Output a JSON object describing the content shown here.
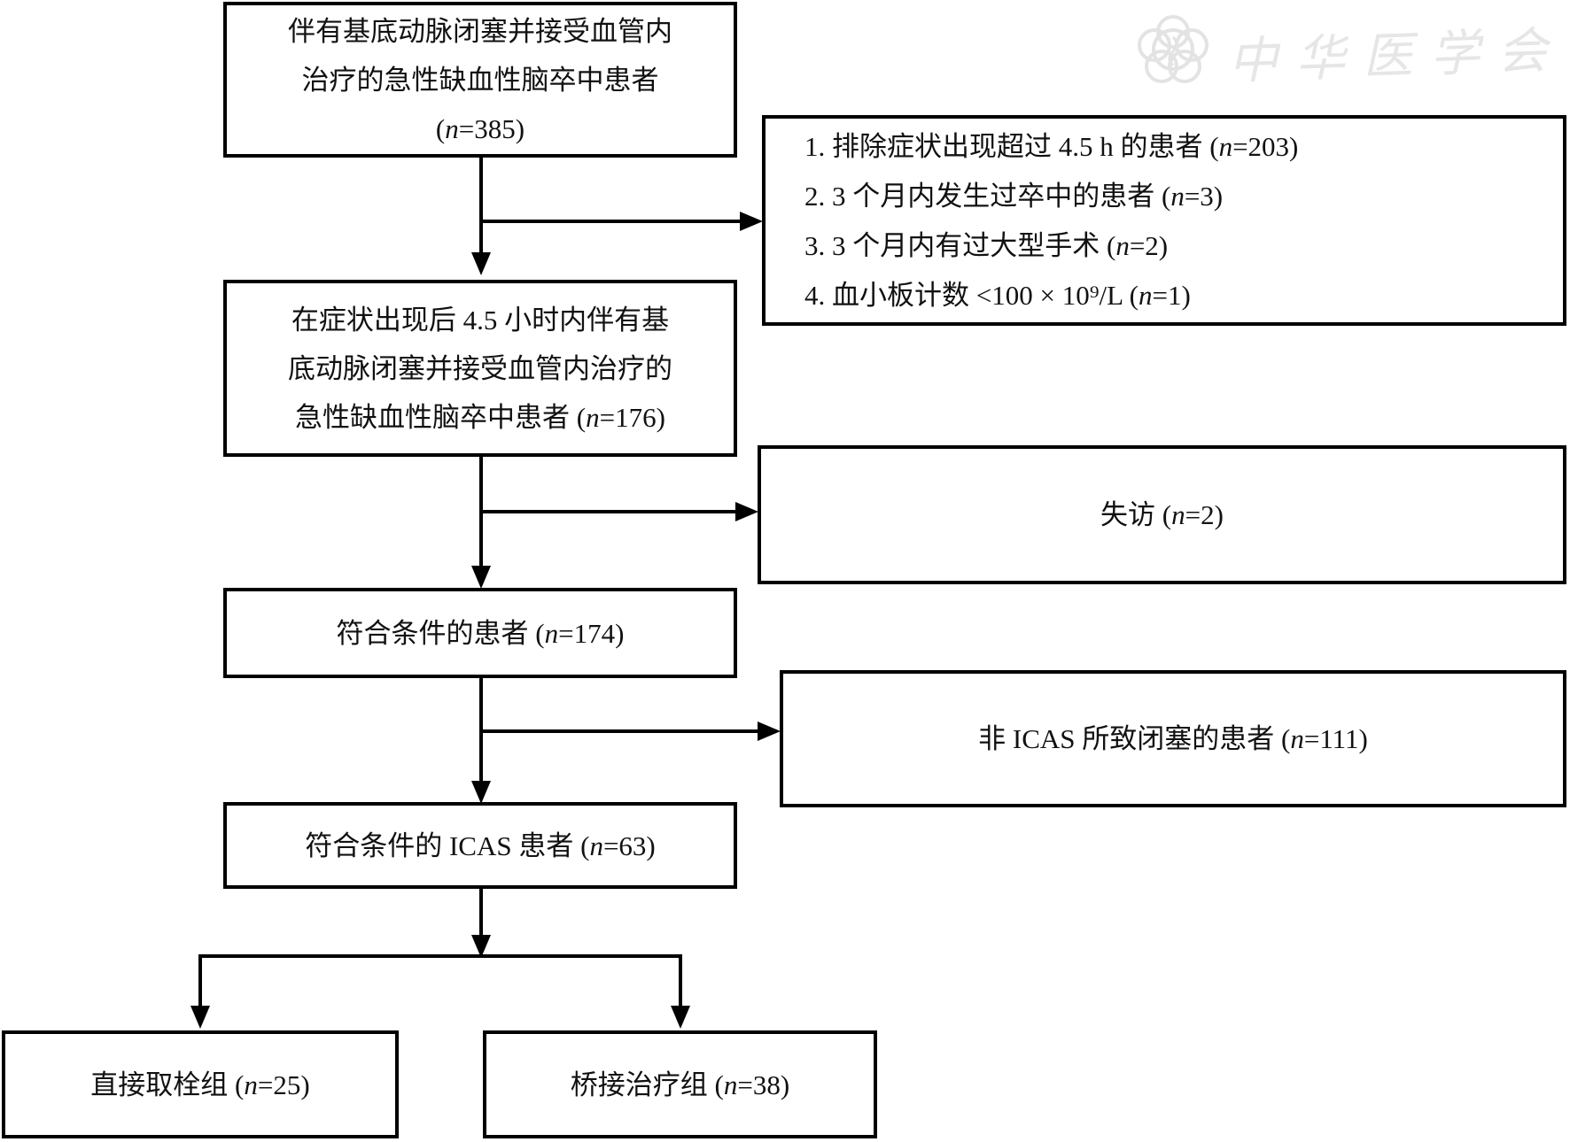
{
  "diagram": {
    "boxes": {
      "enrolled": {
        "lines": [
          "伴有基底动脉闭塞并接受血管内",
          "治疗的急性缺血性脑卒中患者",
          "(n=385)"
        ]
      },
      "excluded": {
        "items": [
          "1. 排除症状出现超过 4.5 h 的患者 (n=203)",
          "2. 3 个月内发生过卒中的患者 (n=3)",
          "3. 3 个月内有过大型手术 (n=2)",
          "4. 血小板计数 <100 × 10⁹/L (n=1)"
        ]
      },
      "within45h": {
        "lines": [
          "在症状出现后 4.5 小时内伴有基",
          "底动脉闭塞并接受血管内治疗的",
          "急性缺血性脑卒中患者 (n=176)"
        ]
      },
      "lost_followup": {
        "label": "失访 (n=2)"
      },
      "eligible": {
        "label": "符合条件的患者 (n=174)"
      },
      "non_icas": {
        "label": "非 ICAS 所致闭塞的患者 (n=111)"
      },
      "eligible_icas": {
        "label": "符合条件的 ICAS 患者 (n=63)"
      },
      "direct_thrombectomy": {
        "label": "直接取栓组 (n=25)"
      },
      "bridging_therapy": {
        "label": "桥接治疗组 (n=38)"
      }
    },
    "watermark": {
      "text": "中华医学会"
    },
    "colors": {
      "line": "#000000",
      "text": "#111111",
      "watermark": "#e6e6e6",
      "background": "#ffffff"
    }
  }
}
